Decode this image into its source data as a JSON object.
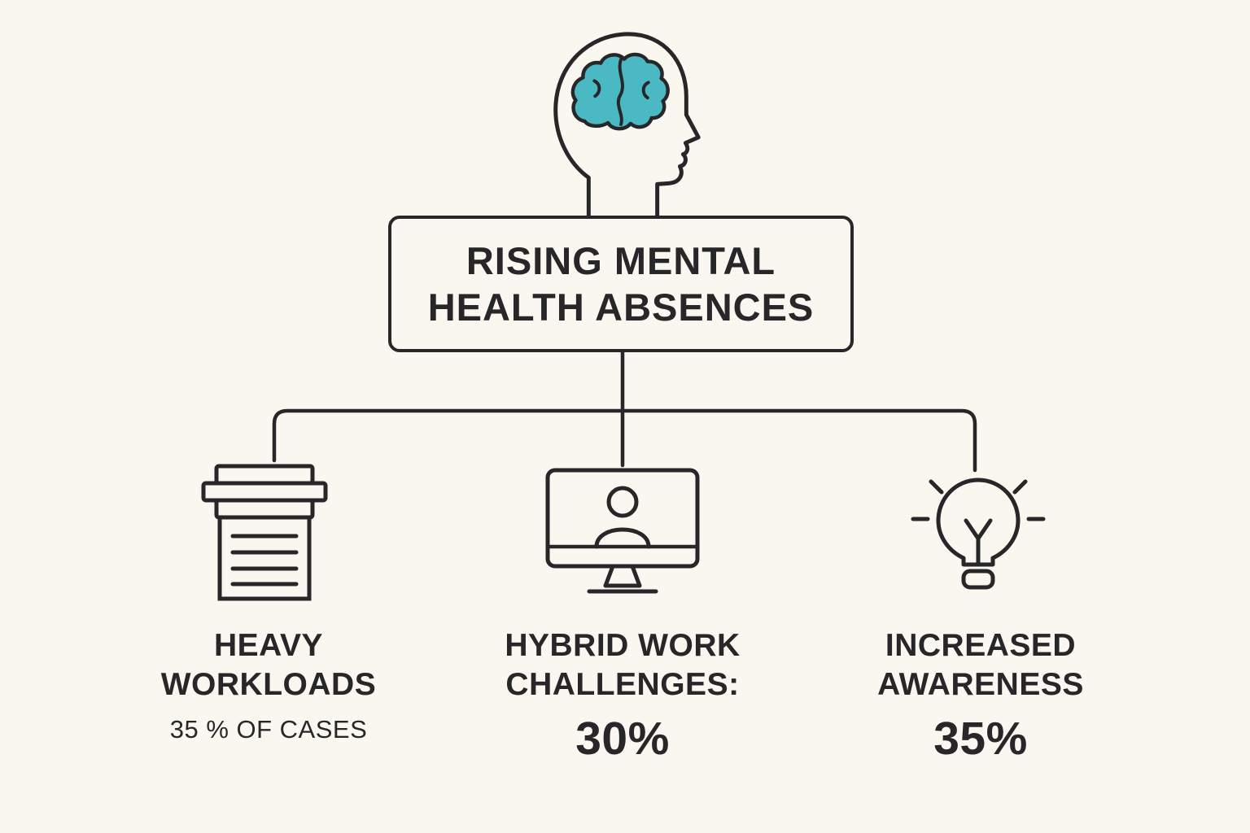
{
  "page": {
    "background_color": "#faf7f1",
    "line_color": "#27272a",
    "accent_color": "#4bb9c4"
  },
  "title": {
    "line1": "RISING MENTAL",
    "line2": "HEALTH ABSENCES"
  },
  "icons": {
    "root": "head-with-brain-icon",
    "node1": "documents-stack-icon",
    "node2": "monitor-person-icon",
    "node3": "lightbulb-icon"
  },
  "nodes": [
    {
      "id": "heavy-workloads",
      "label_line1": "HEAVY",
      "label_line2": "WORKLOADS",
      "stat": "35 % OF CASES"
    },
    {
      "id": "hybrid-work-challenges",
      "label_line1": "HYBRID WORK",
      "label_line2": "CHALLENGES:",
      "stat": "30%"
    },
    {
      "id": "increased-awareness",
      "label_line1": "INCREASED",
      "label_line2": "AWARENESS",
      "stat": "35%"
    }
  ]
}
